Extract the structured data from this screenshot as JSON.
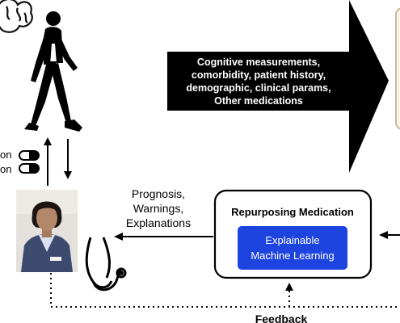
{
  "arrow_text": {
    "line1": "Cognitive measurements,",
    "line2": "comorbidity, patient history,",
    "line3": "demographic, clinical params,",
    "line4": "Other medications"
  },
  "left_labels": {
    "line1": "on",
    "line2": "on"
  },
  "output_text": {
    "line1": "Prognosis,",
    "line2": "Warnings,",
    "line3": "Explanations"
  },
  "repurposing_box": {
    "title": "Repurposing Medication",
    "ml_line1": "Explainable",
    "ml_line2": "Machine Learning"
  },
  "feedback_label": "Feedback",
  "colors": {
    "ml_box": "#1e44e0",
    "arrow_fill": "#000000",
    "arrow_text": "#ffffff",
    "panel_border": "#c8b896"
  }
}
